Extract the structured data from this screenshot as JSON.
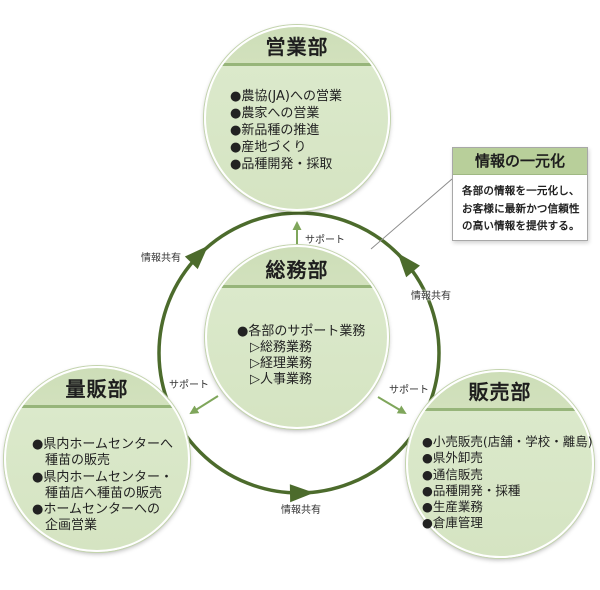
{
  "departments": {
    "sales": {
      "title": "営業部",
      "items": [
        "●農協(JA)への営業",
        "●農家への営業",
        "●新品種の推進",
        "●産地づくり",
        "●品種開発・採取"
      ]
    },
    "general_affairs": {
      "title": "総務部",
      "items": [
        "●各部のサポート業務"
      ],
      "sub_items": [
        "▷総務業務",
        "▷経理業務",
        "▷人事業務"
      ]
    },
    "mass_retail": {
      "title": "量販部",
      "items": [
        [
          "●県内ホームセンターへ",
          "種苗の販売"
        ],
        [
          "●県内ホームセンター・",
          "種苗店へ種苗の販売"
        ],
        [
          "●ホームセンターへの",
          "企画営業"
        ]
      ]
    },
    "retail_sales": {
      "title": "販売部",
      "items": [
        "●小売販売(店舗・学校・離島)",
        "●県外卸売",
        "●通信販売",
        "●品種開発・採種",
        "●生産業務",
        "●倉庫管理"
      ]
    }
  },
  "callout": {
    "title": "情報の一元化",
    "lines": [
      "各部の情報を一元化し、",
      "お客様に最新かつ信頼性",
      "の高い情報を提供する。"
    ]
  },
  "ring_labels": [
    "情報共有",
    "情報共有",
    "情報共有"
  ],
  "support_labels": [
    "サポート",
    "サポート",
    "サポート"
  ],
  "colors": {
    "circle_fill": "#d5e4c2",
    "band_line": "#97b57a",
    "ring": "#4c6b2c",
    "support_arrow": "#7fa65b",
    "callout_header": "#b8cf9a",
    "text": "#222222"
  }
}
